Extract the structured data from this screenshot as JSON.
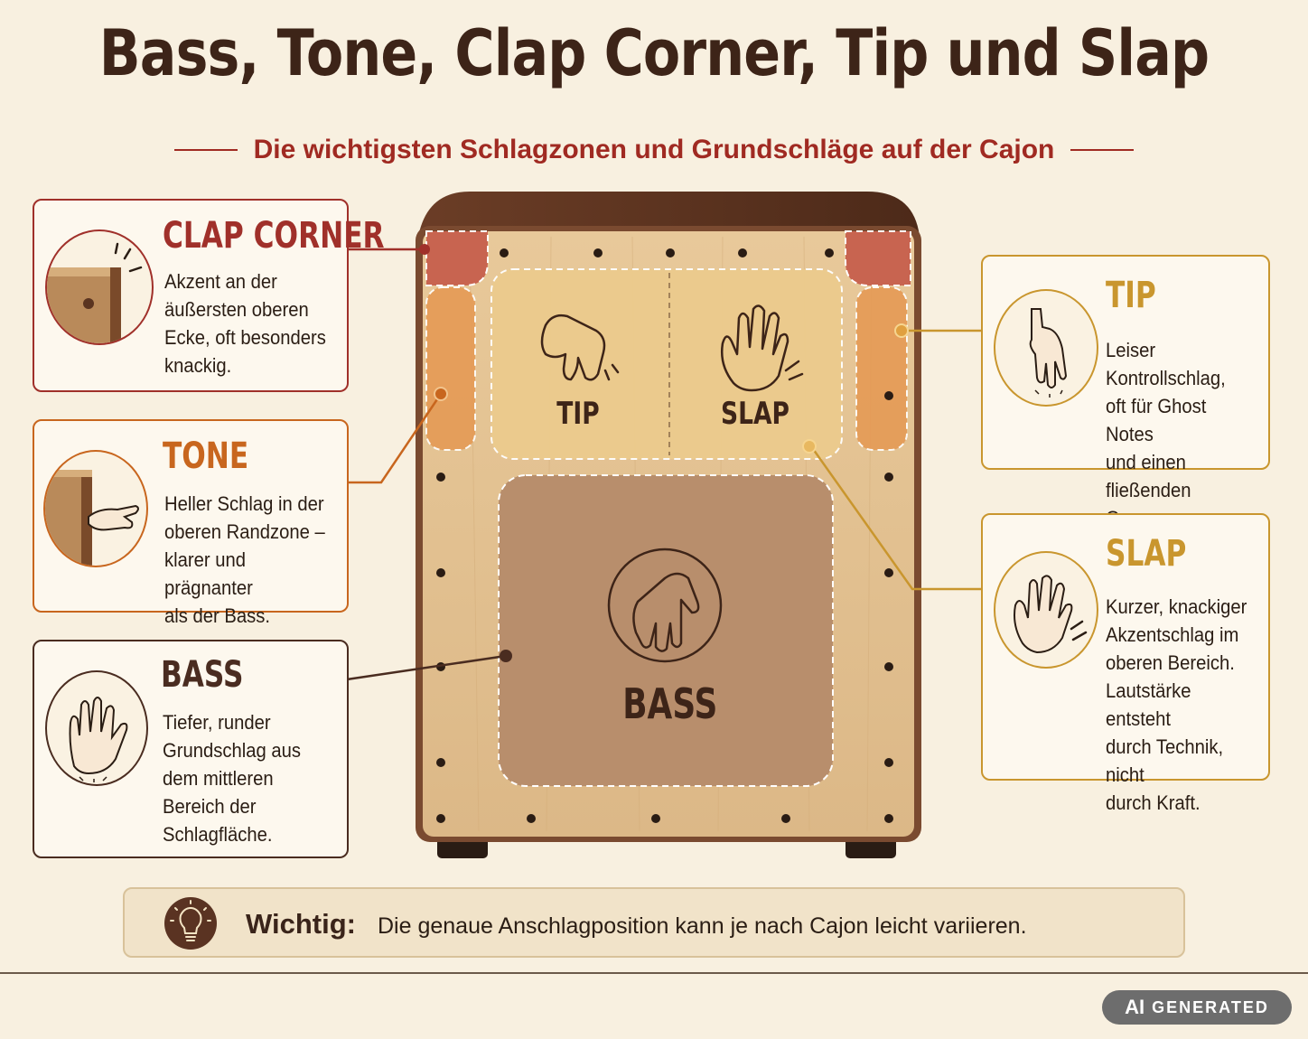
{
  "header": {
    "title": "Bass, Tone, Clap Corner, Tip und Slap",
    "subtitle": "Die wichtigsten Schlagzonen und Grundschläge auf der Cajon"
  },
  "cards": {
    "clap_corner": {
      "title": "CLAP CORNER",
      "text": [
        "Akzent an der",
        "äußersten oberen",
        "Ecke, oft besonders",
        "knackig."
      ],
      "color": "#a0302a"
    },
    "tone": {
      "title": "TONE",
      "text": [
        "Heller Schlag in der",
        "oberen Randzone –",
        "klarer und prägnanter",
        "als der Bass."
      ],
      "color": "#c8661e"
    },
    "bass": {
      "title": "BASS",
      "text": [
        "Tiefer, runder",
        "Grundschlag aus",
        "dem mittleren",
        "Bereich der",
        "Schlagfläche."
      ],
      "color": "#4a2c20"
    },
    "tip": {
      "title": "TIP",
      "text": [
        "Leiser Kontrollschlag,",
        "oft für Ghost Notes",
        "und einen",
        "fließenden Groove."
      ],
      "color": "#c9962e"
    },
    "slap": {
      "title": "SLAP",
      "text": [
        "Kurzer, knackiger",
        "Akzentschlag im",
        "oberen Bereich.",
        "Lautstärke entsteht",
        "durch Technik, nicht",
        "durch Kraft."
      ],
      "color": "#c9962e"
    }
  },
  "cajon_labels": {
    "tip": "TIP",
    "slap": "SLAP",
    "bass": "BASS"
  },
  "note": {
    "label": "Wichtig:",
    "text": "Die genaue Anschlagposition kann je nach Cajon leicht variieren.",
    "icon": "lightbulb-icon"
  },
  "badge": {
    "ai": "AI",
    "generated": "GENERATED"
  },
  "colors": {
    "background": "#f8f0e0",
    "title": "#3d2418",
    "subtitle": "#a02a22",
    "wood": "#e2c294",
    "wood_frame": "#7a4a30",
    "bass_zone": "#b88e6c",
    "clap_zone": "#c86450",
    "tone_zone": "#e59a55",
    "upper_zone": "#eccb8d"
  }
}
